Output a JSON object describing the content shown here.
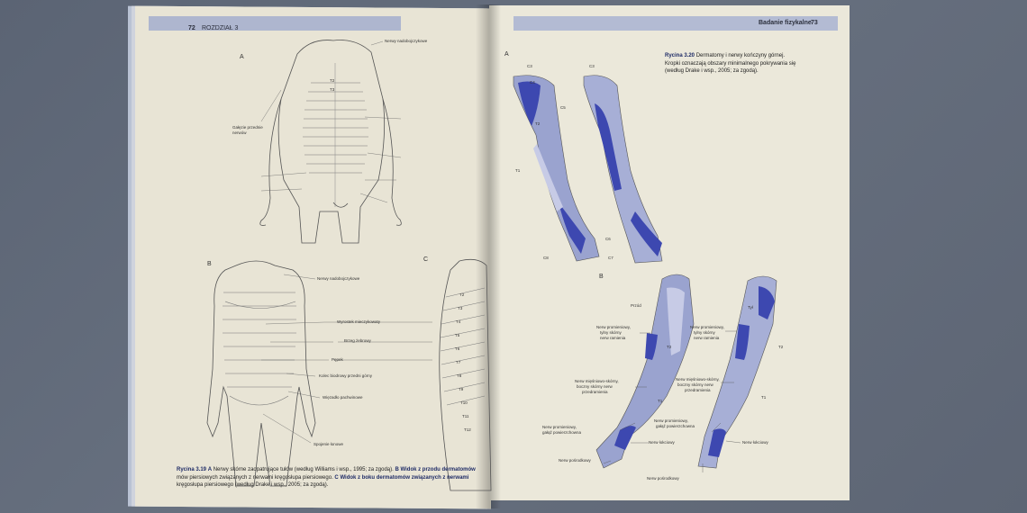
{
  "left_page": {
    "page_number": "72",
    "chapter": "ROZDZIAŁ 3",
    "panel_a_letter": "A",
    "panel_b_letter": "B",
    "panel_c_letter": "C",
    "labels_a": [
      "Nerwy nadobojczykowe",
      "T2",
      "T3",
      "Gałęzie przednie",
      "nerwów"
    ],
    "labels_b": [
      "Nerwy nadobojczykowe",
      "Wyrostek mieczykowaty",
      "Brzeg żebrowy",
      "Pępek",
      "Kolec biodrowy przedni górny",
      "Więzadło pachwinowe",
      "Spojenie łonowe"
    ],
    "numbers_c": [
      "T2",
      "T3",
      "T4",
      "T5",
      "T6",
      "T7",
      "T8",
      "T9",
      "T10",
      "T11",
      "T12"
    ],
    "caption": {
      "fig": "Rycina 3.19",
      "a": "A",
      "a_text": "Nerwy skórne zaopatrujące tułów (według Williams i wsp., 1995; za zgodą).",
      "b": "B",
      "b_text": "Widok z przodu dermatomów",
      "line2": "mów piersiowych związanych z nerwami kręgosłupa piersiowego.",
      "c": "C",
      "c_text": "Widok z boku dermatomów związanych z nerwami",
      "line3": "kręgosłupa piersiowego (według Drake i wsp., 2005; za zgodą)."
    }
  },
  "right_page": {
    "page_number": "73",
    "section": "Badanie fizykalne",
    "panel_a_letter": "A",
    "panel_b_letter": "B",
    "caption": {
      "fig": "Rycina 3.20",
      "text1": "Dermatomy i nerwy kończyny górnej.",
      "text2": "Kropki oznaczają obszary minimalnego pokrywania się",
      "text3": "(według Drake i wsp., 2005; za zgodą)."
    },
    "dermatome_labels": [
      "C3",
      "C4",
      "C5",
      "T2",
      "T1",
      "C6",
      "C7",
      "C8",
      "T1",
      "C8"
    ],
    "front_label": "Przód",
    "back_label": "Tył",
    "nerve_labels": {
      "n1": "Nerw promieniowy,",
      "n1b": "tylny skórny",
      "n1c": "nerw ramienia",
      "n2": "Nerw mięśniowo-skórny,",
      "n2b": "boczny skórny nerw",
      "n2c": "przedramienia",
      "n3": "Nerw promieniowy,",
      "n3b": "gałąź powierzchowna",
      "n4": "Nerw łokciowy",
      "n5": "Nerw pośrodkowy",
      "m1": "Nerw promieniowy,",
      "m1b": "tylny skórny",
      "m1c": "nerw ramienia",
      "m2": "Nerw mięśniowo-skórny,",
      "m2b": "boczny skórny nerw",
      "m2c": "przedramienia",
      "m3": "Nerw promieniowy,",
      "m3b": "gałąź powierzchowna",
      "m4": "Nerw łokciowy",
      "m5": "Nerw pośrodkowy",
      "t2": "T2",
      "t2b": "T2",
      "t1": "T1",
      "t1b": "T1"
    }
  }
}
